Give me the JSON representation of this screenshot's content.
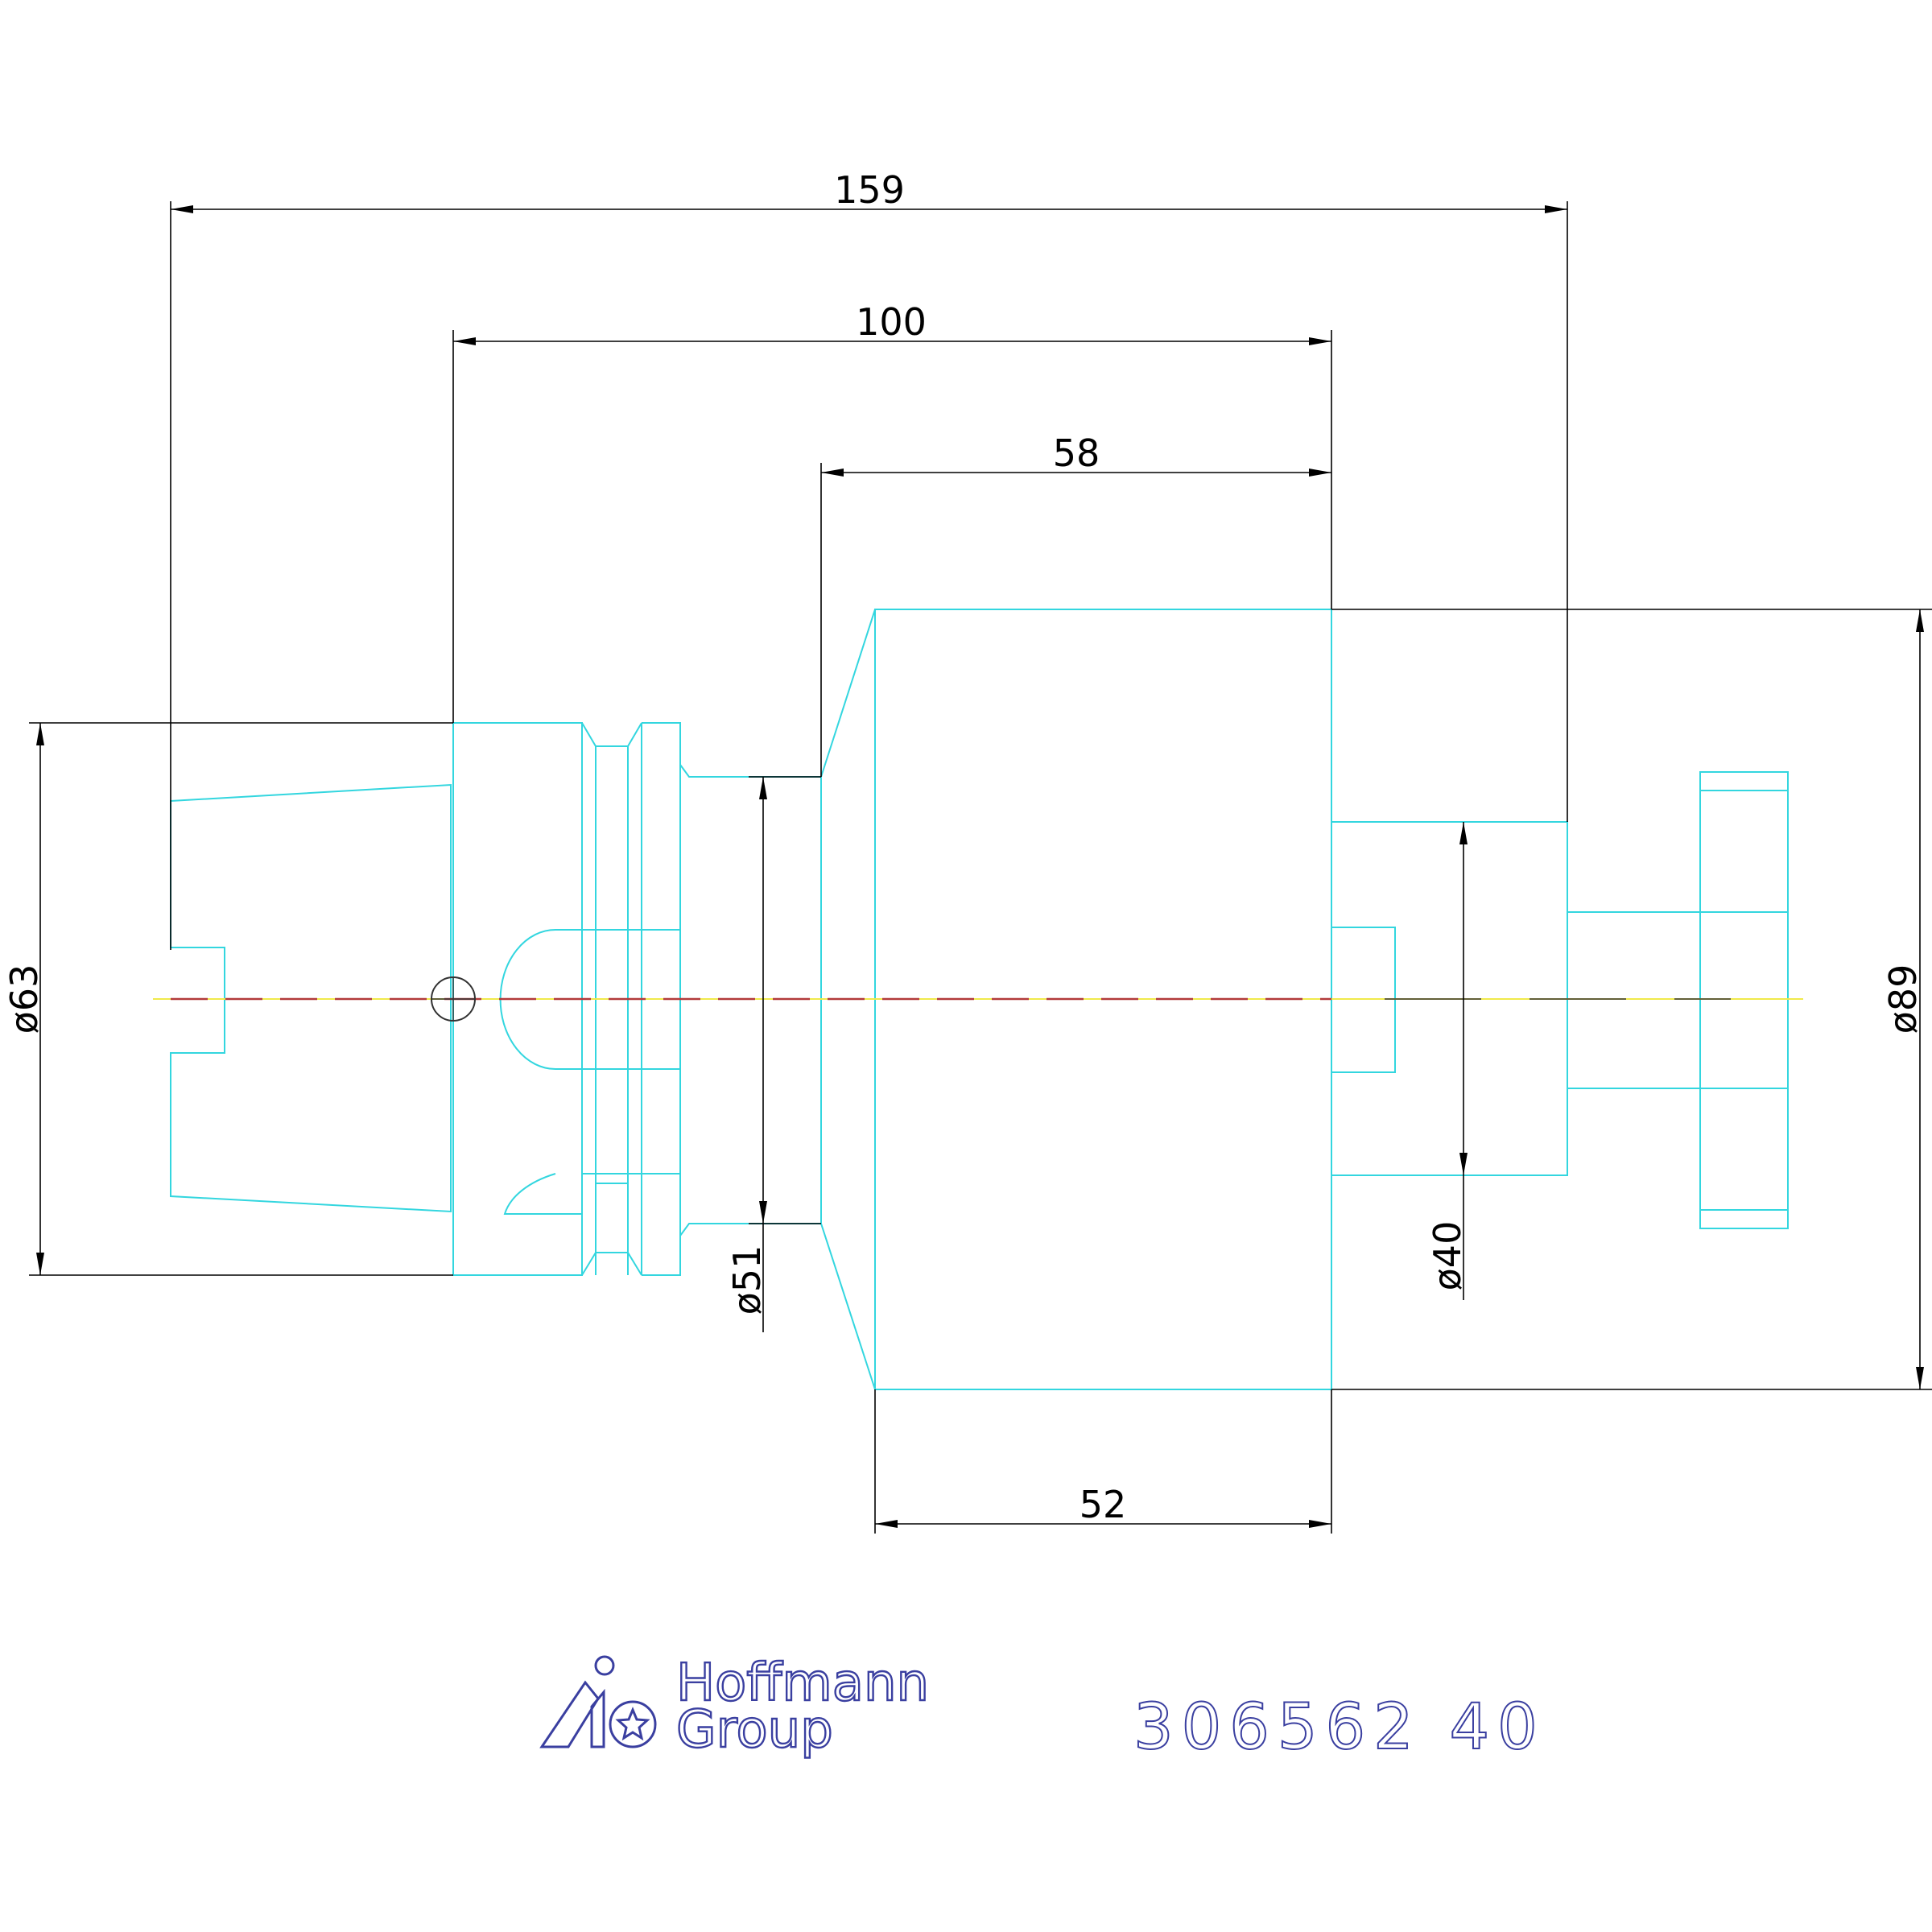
{
  "dimensions": {
    "overall_length": "159",
    "length_from_gauge": "100",
    "length_to_body": "58",
    "body_length": "52",
    "dia_flange": "ø63",
    "dia_neck": "ø51",
    "dia_bore": "ø40",
    "dia_body": "ø89"
  },
  "logo": {
    "line1": "Hoffmann",
    "line2": "Group"
  },
  "part_number": "306562 40",
  "colors": {
    "outline": "#33d6df",
    "dimension": "#000000",
    "centerline_yellow": "#f0e94a",
    "centerline_red": "#b23a3a",
    "logo": "#3a3fa0"
  }
}
